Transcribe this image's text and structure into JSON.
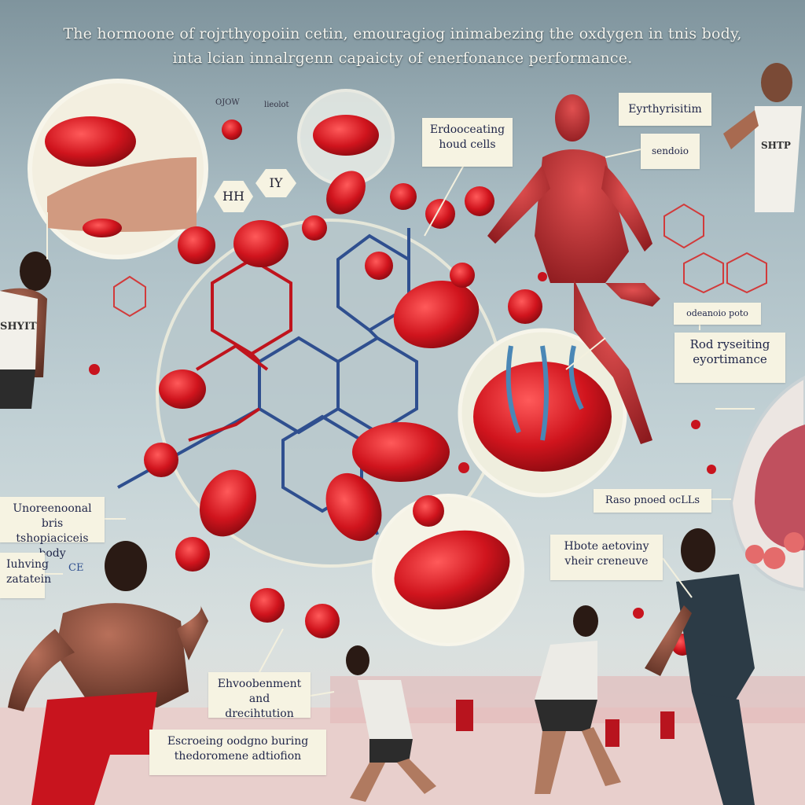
{
  "title": {
    "line1": "The hormoone of rojrthyopoiin cetin, emouragiog inimabezing the oxdygen in tnis body,",
    "line2": "inta lcian innalrgenn capaicty of enerfonance performance."
  },
  "labels": {
    "erdooceating": "Erdooceating houd cells",
    "eyrthyrisitim": "Eyrthyrisitim",
    "sendoio": "sendoio",
    "odeanoio": "odeanoio poto",
    "rod": "Rod ryseiting eyortimance",
    "raso": "Raso pnoed ocLLs",
    "hbote": "Hbote aetoviny vheir creneuve",
    "ehvoobenment": "Ehvoobenment and drecihtution",
    "escroeing": "Escroeing oodgno buring thedoromene adtiofion",
    "unoreenoonal": "Unoreenoonal bris tshopiaciceis body",
    "iuhving": "Iuhving zatatein",
    "hex_hh": "HH",
    "hex_iy": "IY",
    "ojow": "OJOW",
    "lieolot": "lieolot",
    "ce": "CE",
    "shirt_left": "SHYIT",
    "shirt_right": "SHTP"
  },
  "colors": {
    "rbc": "#c8141e",
    "bond_blue": "#2f4f8f",
    "box": "#f6f3e2",
    "text": "#1e2448"
  }
}
